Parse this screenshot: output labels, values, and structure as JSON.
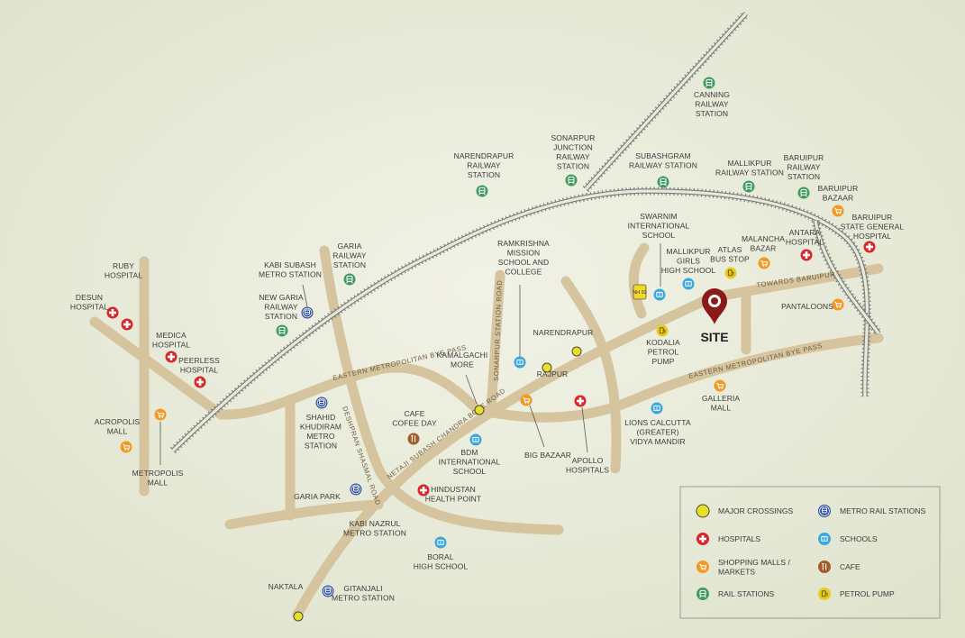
{
  "site_label": "SITE",
  "colors": {
    "background": "#e8ead9",
    "road": "#d6c49f",
    "rail": "#7c7c7c",
    "major_crossing": "#e6e02a",
    "hospital": "#d9262b",
    "mall": "#f09a25",
    "rail_station": "#3f9b5f",
    "metro": "#2d4f9e",
    "school": "#3aa7dd",
    "cafe": "#a35b2b",
    "petrol": "#e8cc1c",
    "site_pin": "#8b1b1b"
  },
  "road_labels": {
    "eastern_bypass_1": "EASTERN METROPOLITAN BYE PASS",
    "eastern_bypass_2": "EASTERN METROPOLITAN BYE PASS",
    "nsc_bose_road": "NETAJI SUBASH CHANDRA BOSE ROAD",
    "deshpran_shasmal_road": "DESHPRAN SHASMAL ROAD",
    "sonarpur_station_road": "SONARPUR STATION ROAD",
    "towards_baruipur": "TOWARDS BARUIPUR",
    "nh_shield": "NH 32"
  },
  "places": [
    {
      "id": "canning",
      "type": "rail_station",
      "lines": [
        "CANNING",
        "RAILWAY",
        "STATION"
      ]
    },
    {
      "id": "narendrapur-rail",
      "type": "rail_station",
      "lines": [
        "NARENDRAPUR",
        "RAILWAY",
        "STATION"
      ]
    },
    {
      "id": "sonarpur-jn",
      "type": "rail_station",
      "lines": [
        "SONARPUR",
        "JUNCTION",
        "RAILWAY",
        "STATION"
      ]
    },
    {
      "id": "subashgram",
      "type": "rail_station",
      "lines": [
        "SUBASHGRAM",
        "RAILWAY STATION"
      ]
    },
    {
      "id": "mallikpur-rail",
      "type": "rail_station",
      "lines": [
        "MALLIKPUR",
        "RAILWAY STATION"
      ]
    },
    {
      "id": "baruipur-rail",
      "type": "rail_station",
      "lines": [
        "BARUIPUR",
        "RAILWAY",
        "STATION"
      ]
    },
    {
      "id": "baruipur-bazaar",
      "type": "mall",
      "lines": [
        "BARUIPUR",
        "BAZAAR"
      ]
    },
    {
      "id": "baruipur-hospital",
      "type": "hospital",
      "lines": [
        "BARUIPUR",
        "STATE GENERAL",
        "HOSPITAL"
      ]
    },
    {
      "id": "antara",
      "type": "hospital",
      "lines": [
        "ANTARA",
        "HOSPITAL"
      ]
    },
    {
      "id": "malancha",
      "type": "mall",
      "lines": [
        "MALANCHA",
        "BAZAR"
      ]
    },
    {
      "id": "atlas",
      "type": "petrol",
      "lines": [
        "ATLAS",
        "BUS STOP"
      ]
    },
    {
      "id": "mallikpur-school",
      "type": "school",
      "lines": [
        "MALLIKPUR",
        "GIRLS",
        "HIGH SCHOOL"
      ]
    },
    {
      "id": "swarnim",
      "type": "school",
      "lines": [
        "SWARNIM",
        "INTERNATIONAL",
        "SCHOOL"
      ]
    },
    {
      "id": "pantaloons",
      "type": "mall",
      "lines": [
        "PANTALOONS"
      ]
    },
    {
      "id": "kodalia",
      "type": "petrol",
      "lines": [
        "KODALIA",
        "PETROL",
        "PUMP"
      ]
    },
    {
      "id": "galleria",
      "type": "mall",
      "lines": [
        "GALLERIA",
        "MALL"
      ]
    },
    {
      "id": "lions",
      "type": "school",
      "lines": [
        "LIONS CALCUTTA",
        "(GREATER)",
        "VIDYA MANDIR"
      ]
    },
    {
      "id": "apollo",
      "type": "hospital",
      "lines": [
        "APOLLO",
        "HOSPITALS"
      ]
    },
    {
      "id": "big-bazaar",
      "type": "mall",
      "lines": [
        "BIG BAZAAR"
      ]
    },
    {
      "id": "rajpur",
      "type": "major_crossing",
      "lines": [
        "RAJPUR"
      ]
    },
    {
      "id": "narendrapur",
      "type": "major_crossing",
      "lines": [
        "NARENDRAPUR"
      ]
    },
    {
      "id": "ramkrishna",
      "type": "school",
      "lines": [
        "RAMKRISHNA",
        "MISSION",
        "SCHOOL AND",
        "COLLEGE"
      ]
    },
    {
      "id": "kamalgachi",
      "type": "major_crossing",
      "lines": [
        "KAMALGACHI",
        "MORE"
      ]
    },
    {
      "id": "bdm",
      "type": "school",
      "lines": [
        "BDM",
        "INTERNATIONAL",
        "SCHOOL"
      ]
    },
    {
      "id": "cafe-coffee-day",
      "type": "cafe",
      "lines": [
        "CAFE",
        "COFEE DAY"
      ]
    },
    {
      "id": "hindustan",
      "type": "hospital",
      "lines": [
        "HINDUSTAN",
        "HEALTH POINT"
      ]
    },
    {
      "id": "boral",
      "type": "school",
      "lines": [
        "BORAL",
        "HIGH SCHOOL"
      ]
    },
    {
      "id": "garia-rail",
      "type": "rail_station",
      "lines": [
        "GARIA",
        "RAILWAY",
        "STATION"
      ]
    },
    {
      "id": "kabi-subash",
      "type": "metro",
      "lines": [
        "KABI SUBASH",
        "METRO STATION"
      ]
    },
    {
      "id": "new-garia",
      "type": "rail_station",
      "lines": [
        "NEW GARIA",
        "RAILWAY",
        "STATION"
      ]
    },
    {
      "id": "shahid-khudiram",
      "type": "metro",
      "lines": [
        "SHAHID",
        "KHUDIRAM",
        "METRO",
        "STATION"
      ]
    },
    {
      "id": "garia-park",
      "type": "none",
      "lines": [
        "GARIA PARK"
      ]
    },
    {
      "id": "kabi-nazrul",
      "type": "metro",
      "lines": [
        "KABI NAZRUL",
        "METRO STATION"
      ]
    },
    {
      "id": "gitanjali",
      "type": "metro",
      "lines": [
        "GITANJALI",
        "METRO STATION"
      ]
    },
    {
      "id": "naktala",
      "type": "major_crossing",
      "lines": [
        "NAKTALA"
      ]
    },
    {
      "id": "ruby",
      "type": "hospital",
      "lines": [
        "RUBY",
        "HOSPITAL"
      ]
    },
    {
      "id": "desun",
      "type": "hospital",
      "lines": [
        "DESUN",
        "HOSPITAL"
      ]
    },
    {
      "id": "medica",
      "type": "hospital",
      "lines": [
        "MEDICA",
        "HOSPITAL"
      ]
    },
    {
      "id": "peerless",
      "type": "hospital",
      "lines": [
        "PEERLESS",
        "HOSPITAL"
      ]
    },
    {
      "id": "acropolis",
      "type": "mall",
      "lines": [
        "ACROPOLIS",
        "MALL"
      ]
    },
    {
      "id": "metropolis",
      "type": "mall",
      "lines": [
        "METROPOLIS",
        "MALL"
      ]
    }
  ],
  "legend": [
    {
      "type": "major_crossing",
      "label": "MAJOR CROSSINGS"
    },
    {
      "type": "metro",
      "label": "METRO RAIL STATIONS"
    },
    {
      "type": "hospital",
      "label": "HOSPITALS"
    },
    {
      "type": "school",
      "label": "SCHOOLS"
    },
    {
      "type": "mall",
      "label": "SHOPPING MALLS /|MARKETS"
    },
    {
      "type": "cafe",
      "label": "CAFE"
    },
    {
      "type": "rail_station",
      "label": "RAIL STATIONS"
    },
    {
      "type": "petrol",
      "label": "PETROL PUMP"
    }
  ]
}
